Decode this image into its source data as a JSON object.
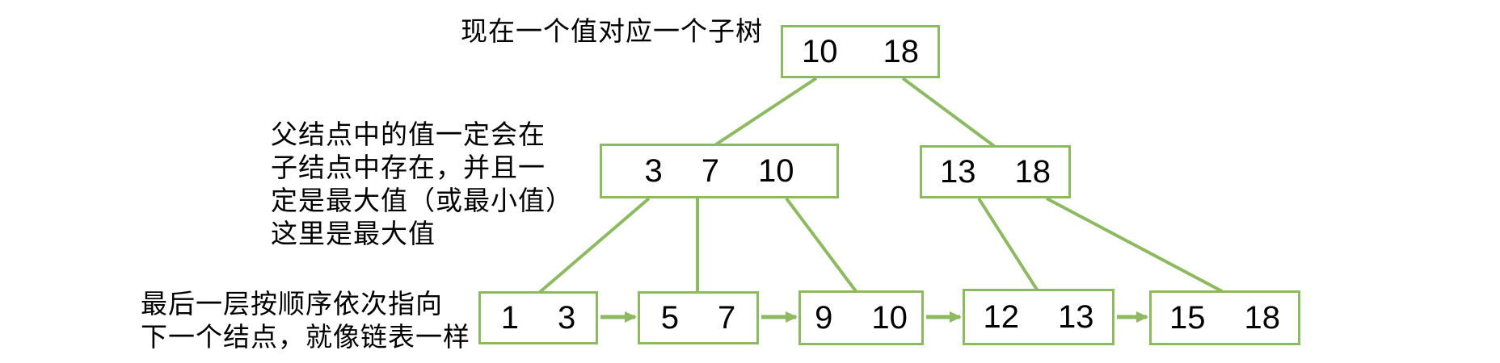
{
  "diagram": {
    "title_hint": "B+ tree structure diagram",
    "annotations": {
      "top": "现在一个值对应一个子树",
      "left": "父结点中的值一定会在\n子结点中存在，并且一\n定是最大值（或最小值）\n这里是最大值",
      "bottom": "最后一层按顺序依次指向\n下一个结点，就像链表一样"
    },
    "nodes": {
      "root": {
        "values": [
          "10",
          "18"
        ]
      },
      "internal_left": {
        "values": [
          "3",
          "7",
          "10"
        ]
      },
      "internal_right": {
        "values": [
          "13",
          "18"
        ]
      },
      "leaf1": {
        "values": [
          "1",
          "3"
        ]
      },
      "leaf2": {
        "values": [
          "5",
          "7"
        ]
      },
      "leaf3": {
        "values": [
          "9",
          "10"
        ]
      },
      "leaf4": {
        "values": [
          "12",
          "13"
        ]
      },
      "leaf5": {
        "values": [
          "15",
          "18"
        ]
      }
    },
    "colors": {
      "green": "#8dba60",
      "text": "#000000"
    }
  }
}
